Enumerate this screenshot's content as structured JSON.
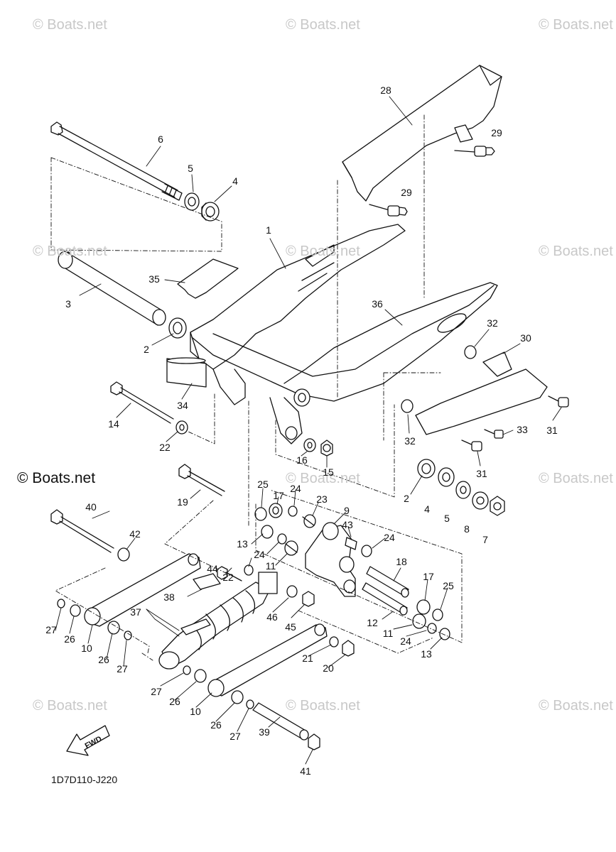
{
  "watermarks": [
    "© Boats.net",
    "© Boats.net",
    "© Boats.net",
    "© Boats.net",
    "© Boats.net",
    "© Boats.net",
    "© Boats.net",
    "© Boats.net",
    "© Boats.net",
    "© Boats.net",
    "© Boats.net"
  ],
  "brand": "© Boats.net",
  "diagram_code": "1D7D110-J220",
  "fwd_label": "FWD",
  "callouts": [
    "28",
    "29",
    "29",
    "6",
    "5",
    "4",
    "1",
    "35",
    "3",
    "36",
    "32",
    "30",
    "2",
    "34",
    "14",
    "22",
    "31",
    "33",
    "32",
    "16",
    "15",
    "31",
    "2",
    "4",
    "5",
    "8",
    "7",
    "25",
    "24",
    "17",
    "23",
    "9",
    "43",
    "24",
    "19",
    "40",
    "42",
    "13",
    "24",
    "11",
    "44",
    "22",
    "18",
    "17",
    "25",
    "38",
    "46",
    "45",
    "37",
    "12",
    "11",
    "24",
    "13",
    "27",
    "26",
    "10",
    "26",
    "27",
    "21",
    "20",
    "27",
    "26",
    "10",
    "26",
    "27",
    "39",
    "41"
  ]
}
